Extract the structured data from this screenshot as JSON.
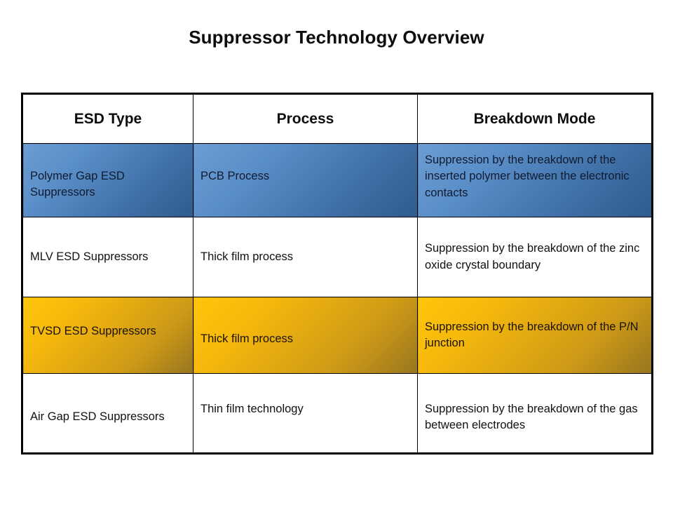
{
  "slide": {
    "title": "Suppressor Technology Overview"
  },
  "table": {
    "headers": [
      "ESD Type",
      "Process",
      "Breakdown Mode"
    ],
    "rows": [
      {
        "style": "blue",
        "esd_type": "Polymer Gap ESD Suppressors",
        "process": "PCB Process",
        "breakdown_mode": "Suppression by the breakdown  of the inserted polymer between the electronic contacts"
      },
      {
        "style": "white",
        "esd_type": "MLV ESD Suppressors",
        "process": "Thick film process",
        "breakdown_mode": "Suppression by the breakdown  of the zinc oxide crystal boundary"
      },
      {
        "style": "gold",
        "esd_type": "TVSD ESD Suppressors",
        "process": "Thick film process",
        "breakdown_mode": "Suppression by the breakdown  of the P/N junction"
      },
      {
        "style": "white",
        "esd_type": "Air Gap ESD Suppressors",
        "process": "Thin film technology",
        "breakdown_mode": "Suppression by the breakdown  of the gas between electrodes"
      }
    ]
  },
  "colors": {
    "background": "#ffffff",
    "border": "#000000",
    "title_text": "#0d0d0d",
    "blue_row_light": "#6b9cd2",
    "blue_row_dark": "#2f5c8e",
    "gold_row_light": "#ffc60a",
    "gold_row_dark": "#97761f"
  }
}
